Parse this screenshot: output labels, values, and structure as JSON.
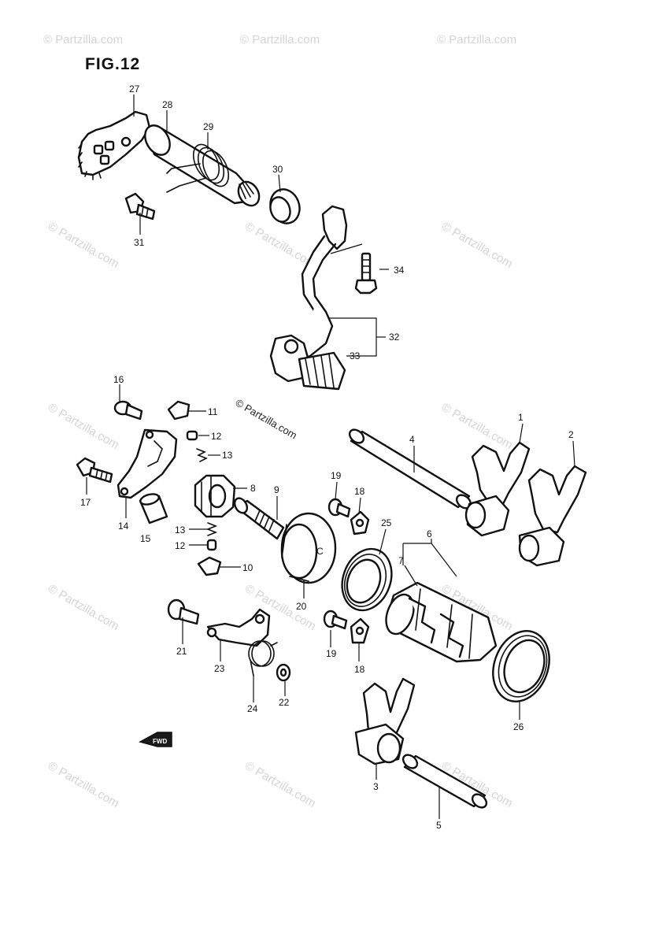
{
  "figure": {
    "title": "FIG.12"
  },
  "copyright_notice": "© Partzilla.com",
  "watermark_text": "© Partzilla.com",
  "fwd_marker": "FWD",
  "callouts": {
    "c1": "1",
    "c2": "2",
    "c3": "3",
    "c4": "4",
    "c5": "5",
    "c6": "6",
    "c7": "7",
    "c8": "8",
    "c9": "9",
    "c10": "10",
    "c11": "11",
    "c12a": "12",
    "c12b": "12",
    "c13a": "13",
    "c13b": "13",
    "c14": "14",
    "c15": "15",
    "c16": "16",
    "c17": "17",
    "c18a": "18",
    "c18b": "18",
    "c19a": "19",
    "c19b": "19",
    "c20": "20",
    "c21": "21",
    "c22": "22",
    "c23": "23",
    "c24": "24",
    "c25": "25",
    "c26": "26",
    "c27": "27",
    "c28": "28",
    "c29": "29",
    "c30": "30",
    "c31": "31",
    "c32": "32",
    "c33": "33",
    "c34": "34"
  }
}
